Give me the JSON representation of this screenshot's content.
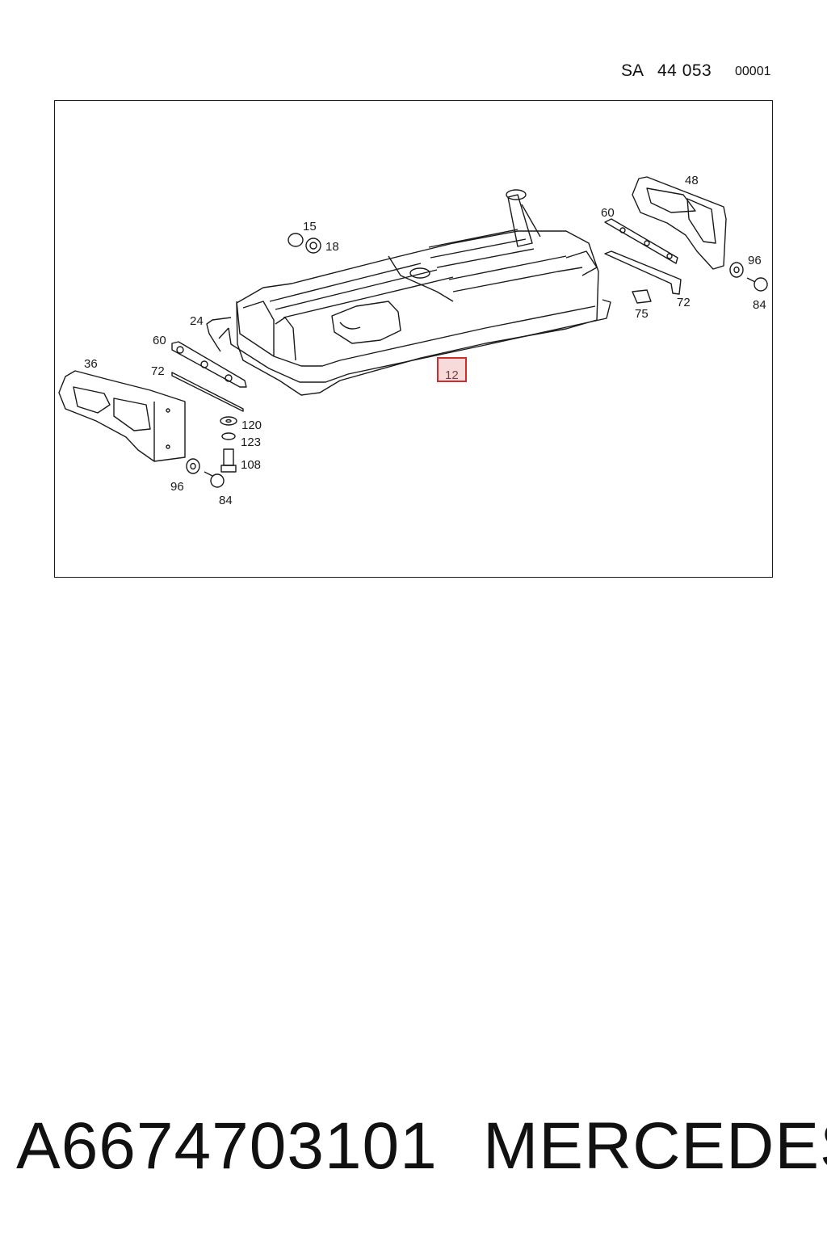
{
  "header": {
    "prefix": "SA",
    "number": "44 053",
    "sheet": "00001"
  },
  "diagram": {
    "callouts": [
      "15",
      "18",
      "24",
      "60",
      "72",
      "36",
      "120",
      "123",
      "108",
      "96",
      "84",
      "48",
      "60",
      "96",
      "84",
      "75",
      "72"
    ],
    "highlighted_callout": "12",
    "highlight_color": "#d12b2b"
  },
  "footer": {
    "part_number": "A6674703101",
    "brand": "MERCEDES"
  }
}
